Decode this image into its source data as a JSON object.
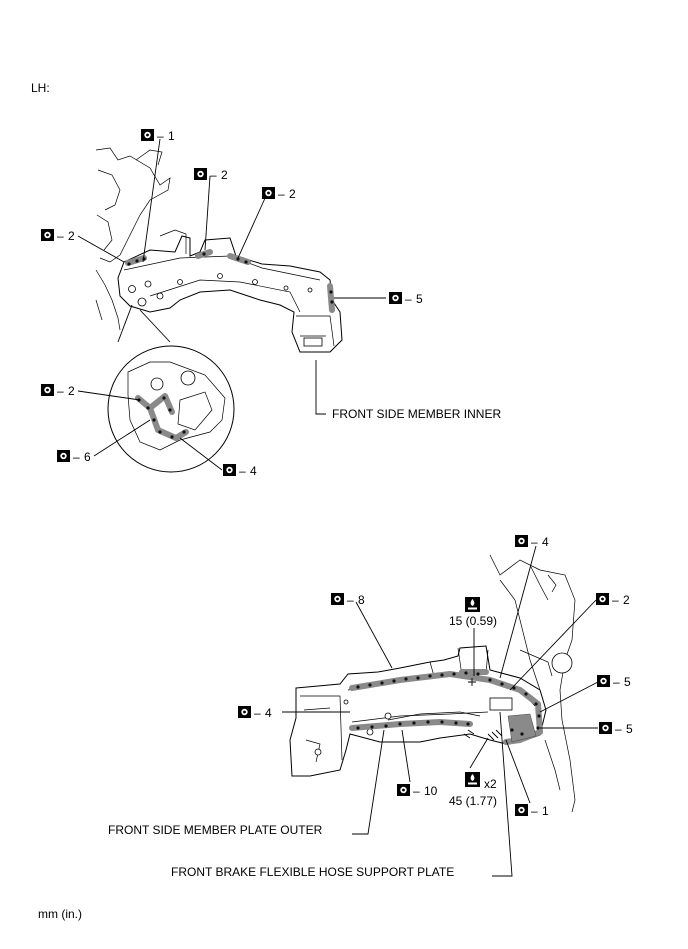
{
  "page": {
    "side_label": "LH:",
    "unit_note": "mm (in.)"
  },
  "callouts": {
    "top": [
      {
        "id": "t1",
        "text": "1"
      },
      {
        "id": "t2a",
        "text": "2"
      },
      {
        "id": "t2b",
        "text": "2"
      },
      {
        "id": "t2c",
        "text": "2"
      },
      {
        "id": "t5",
        "text": "5"
      },
      {
        "id": "t2d",
        "text": "2"
      },
      {
        "id": "t6",
        "text": "6"
      },
      {
        "id": "t4",
        "text": "4"
      }
    ],
    "bottom": [
      {
        "id": "b4a",
        "text": "4"
      },
      {
        "id": "b8",
        "text": "8"
      },
      {
        "id": "b2",
        "text": "2"
      },
      {
        "id": "b5a",
        "text": "5"
      },
      {
        "id": "b4b",
        "text": "4"
      },
      {
        "id": "b5b",
        "text": "5"
      },
      {
        "id": "b10",
        "text": "10"
      },
      {
        "id": "b1",
        "text": "1"
      }
    ]
  },
  "labels": {
    "front_side_member_inner": "FRONT SIDE MEMBER INNER",
    "front_side_member_plate_outer": "FRONT SIDE MEMBER PLATE OUTER",
    "front_brake_hose_support_plate": "FRONT BRAKE FLEXIBLE HOSE SUPPORT PLATE"
  },
  "specs": {
    "upper_value": "15 (0.59)",
    "lower_value": "45 (1.77)",
    "lower_multiplier": "x2"
  },
  "icons": {
    "spot_weld": "spot-weld-square-icon",
    "brazing": "brazing-torch-icon"
  },
  "colors": {
    "weld_fill": "#8a8a8a",
    "line": "#000000"
  }
}
